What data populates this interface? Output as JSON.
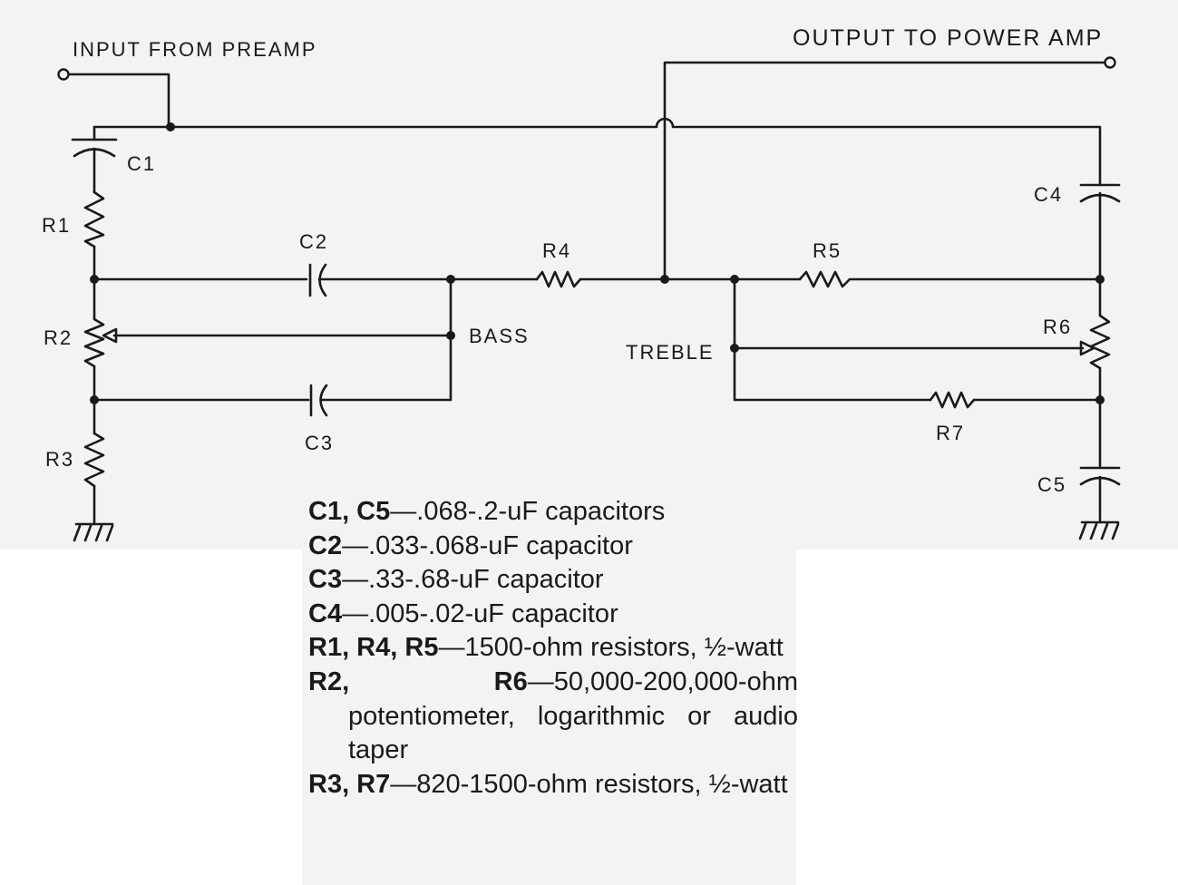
{
  "labels": {
    "input": "INPUT FROM PREAMP",
    "output": "OUTPUT TO POWER AMP",
    "bass": "BASS",
    "treble": "TREBLE"
  },
  "components": {
    "c1": "C1",
    "c2": "C2",
    "c3": "C3",
    "c4": "C4",
    "c5": "C5",
    "r1": "R1",
    "r2": "R2",
    "r3": "R3",
    "r4": "R4",
    "r5": "R5",
    "r6": "R6",
    "r7": "R7"
  },
  "parts_list": [
    {
      "ref": "C1, C5",
      "text": "—.068-.2-uF capacitors"
    },
    {
      "ref": "C2",
      "text": "—.033-.068-uF capacitor"
    },
    {
      "ref": "C3",
      "text": "—.33-.68-uF capacitor"
    },
    {
      "ref": "C4",
      "text": "—.005-.02-uF capacitor"
    },
    {
      "ref": "R1, R4, R5",
      "text": "—1500-ohm resistors, ½-watt"
    },
    {
      "ref": "R2, R6",
      "text": "—50,000-200,000-ohm potentiometer, logarithmic or audio taper"
    },
    {
      "ref": "R3, R7",
      "text": "—820-1500-ohm resistors, ½-watt"
    }
  ]
}
